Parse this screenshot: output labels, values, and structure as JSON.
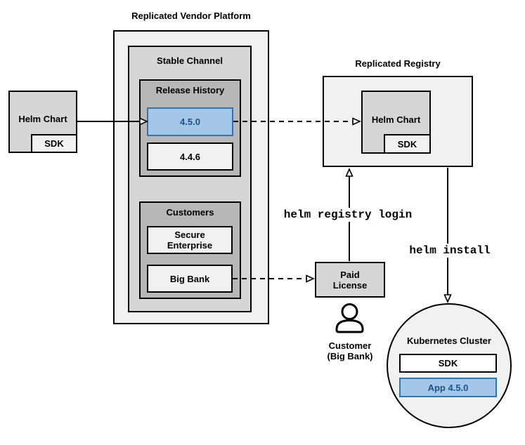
{
  "colors": {
    "canvas_bg": "#ffffff",
    "box_light": "#f1f1f1",
    "box_medium": "#d6d6d6",
    "box_dark": "#b7b7b7",
    "box_white": "#ffffff",
    "highlight_fill": "#a4c7e8",
    "highlight_border": "#2e75b6",
    "highlight_text": "#1b5389",
    "line": "#000000"
  },
  "platform": {
    "title": "Replicated Vendor Platform",
    "stable_channel": {
      "label": "Stable Channel",
      "release_history": {
        "label": "Release History",
        "releases": [
          {
            "version": "4.5.0",
            "highlighted": true
          },
          {
            "version": "4.4.6",
            "highlighted": false
          }
        ]
      },
      "customers": {
        "label": "Customers",
        "items": [
          {
            "name": "Secure Enterprise"
          },
          {
            "name": "Big Bank"
          }
        ]
      }
    }
  },
  "source_chart": {
    "label": "Helm Chart",
    "sdk": "SDK"
  },
  "registry": {
    "title": "Replicated Registry",
    "helm_chart": {
      "label": "Helm Chart",
      "sdk": "SDK"
    }
  },
  "license": {
    "label": "Paid License"
  },
  "actor": {
    "label": "Customer (Big Bank)"
  },
  "commands": {
    "registry_login": "helm registry login",
    "install": "helm install"
  },
  "cluster": {
    "label": "Kubernetes Cluster",
    "sdk": "SDK",
    "app": "App 4.5.0"
  }
}
